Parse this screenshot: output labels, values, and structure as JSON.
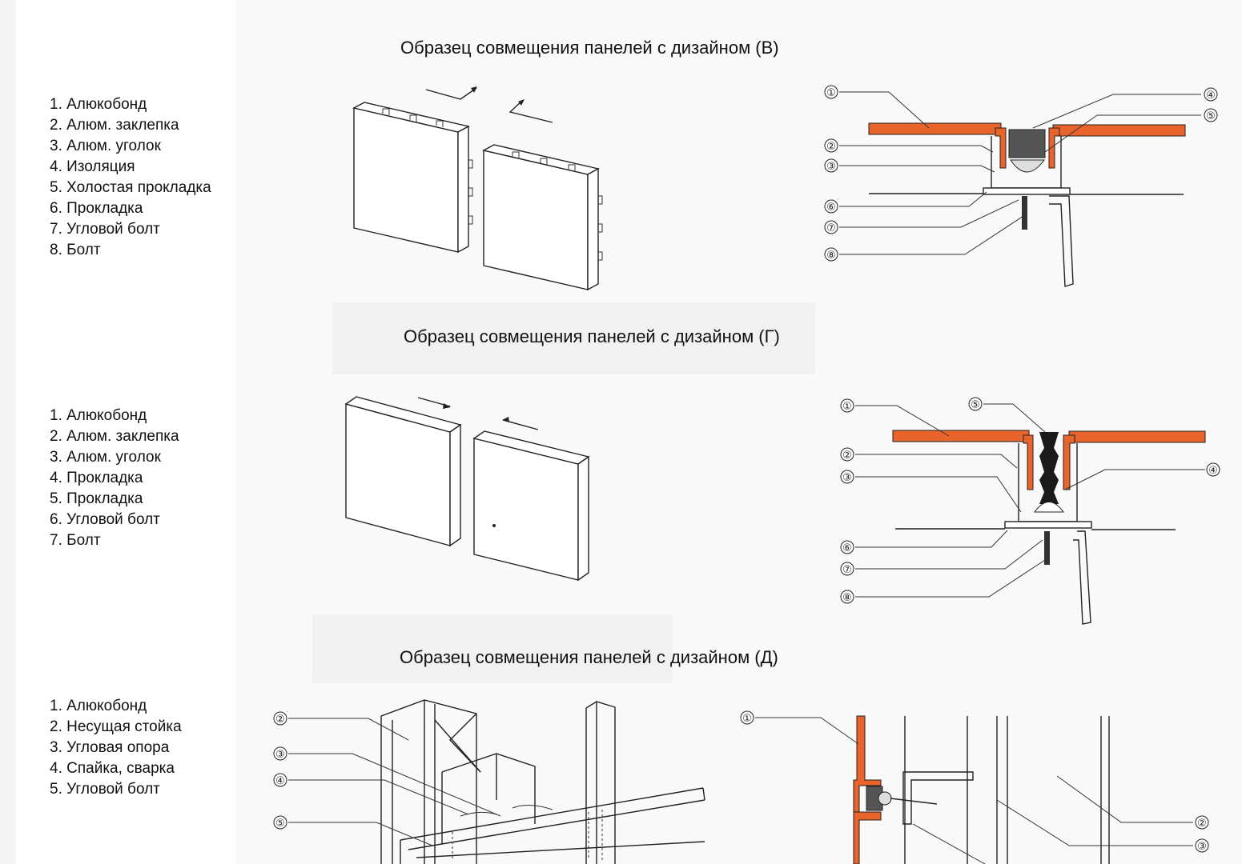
{
  "sections": [
    {
      "title": "Образец совмещения панелей с дизайном (В)",
      "legend": [
        "1. Алюкобонд",
        "2. Алюм. заклепка",
        "3. Алюм. уголок",
        "4. Изоляция",
        "5. Холостая прокладка",
        "6. Прокладка",
        "7. Угловой болт",
        "8. Болт"
      ],
      "callouts": [
        "①",
        "②",
        "③",
        "④",
        "⑤",
        "⑥",
        "⑦",
        "⑧"
      ]
    },
    {
      "title": "Образец совмещения панелей с дизайном (Г)",
      "legend": [
        "1. Алюкобонд",
        "2. Алюм. заклепка",
        "3. Алюм. уголок",
        "4. Прокладка",
        "5. Прокладка",
        "6. Угловой болт",
        "7. Болт"
      ],
      "callouts": [
        "①",
        "②",
        "③",
        "④",
        "⑤",
        "⑥",
        "⑦",
        "⑧"
      ]
    },
    {
      "title": "Образец совмещения панелей с дизайном (Д)",
      "legend": [
        "1. Алюкобонд",
        "2. Несущая стойка",
        "3. Угловая опора",
        "4. Спайка, сварка",
        "5. Угловой болт"
      ],
      "callouts_left": [
        "②",
        "③",
        "④",
        "⑤"
      ],
      "callouts_right": [
        "①",
        "②",
        "③"
      ]
    }
  ],
  "colors": {
    "panel_orange": "#e8642a",
    "line": "#222222"
  }
}
